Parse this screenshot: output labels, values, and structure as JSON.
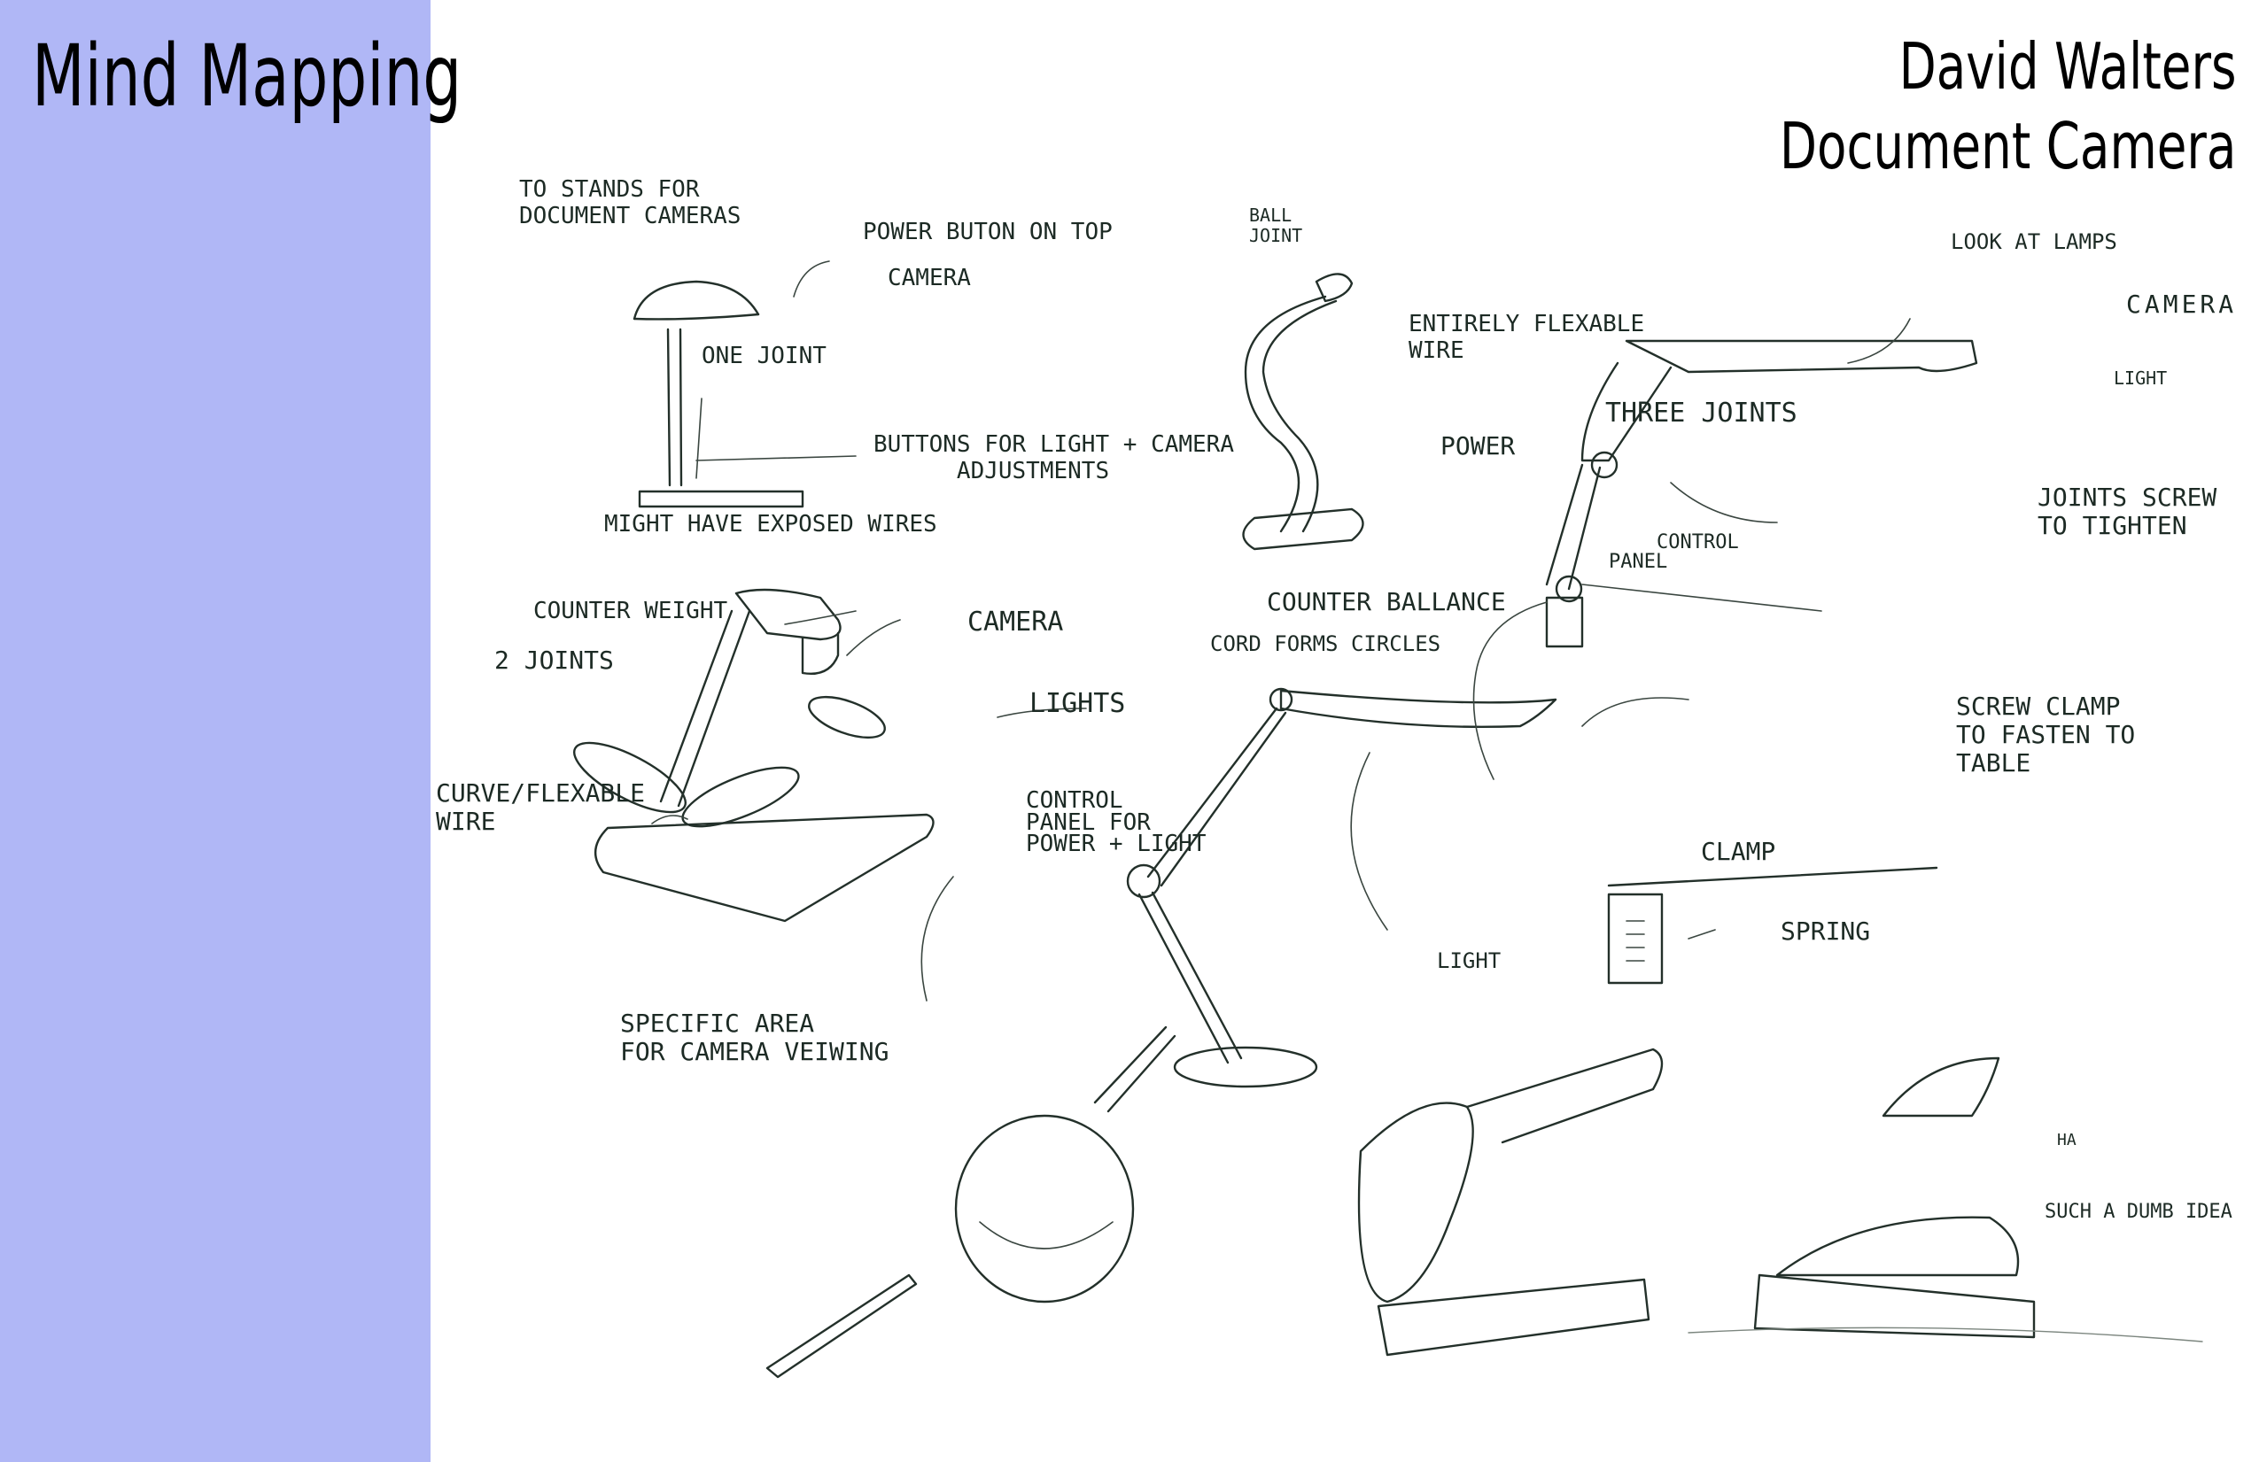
{
  "sidebar": {
    "title": "Mind Mapping",
    "color": "#b0b7f6"
  },
  "header": {
    "author": "David Walters",
    "project": "Document Camera"
  },
  "ink_color": "#23302a",
  "annotations": {
    "stands": "TO STANDS FOR\nDOCUMENT CAMERAS",
    "power_button": "POWER BUTON ON TOP",
    "camera_top": "CAMERA",
    "one_joint": "ONE JOINT",
    "buttons": "BUTTONS FOR LIGHT + CAMERA\n      ADJUSTMENTS",
    "exposed_wires": "MIGHT HAVE EXPOSED WIRES",
    "counter_weight": "COUNTER WEIGHT",
    "two_joints": "2 JOINTS",
    "camera_mid": "CAMERA",
    "lights": "LIGHTS",
    "curve_wire": "CURVE/FLEXABLE\nWIRE",
    "specific_area": "SPECIFIC AREA\nFOR CAMERA VEIWING",
    "ball_joint": "BALL\nJOINT",
    "flexable_wire": "ENTIRELY FLEXABLE\nWIRE",
    "power": "POWER",
    "counter_ballance": "COUNTER BALLANCE",
    "cord_forms": "CORD FORMS CIRCLES",
    "control_panel": "CONTROL\nPANEL FOR\nPOWER + LIGHT",
    "light": "LIGHT",
    "look_at_lamps": "LOOK AT LAMPS",
    "camera_right": "CAMERA",
    "light_right": "LIGHT",
    "three_joints": "THREE JOINTS",
    "control": "CONTROL",
    "panel": "PANEL",
    "joints_screw": "JOINTS SCREW\nTO TIGHTEN",
    "screw_clamp": "SCREW CLAMP\nTO FASTEN TO\nTABLE",
    "clamp": "CLAMP",
    "spring": "SPRING",
    "ha": "HA",
    "dumb_idea": "SUCH A DUMB IDEA"
  }
}
